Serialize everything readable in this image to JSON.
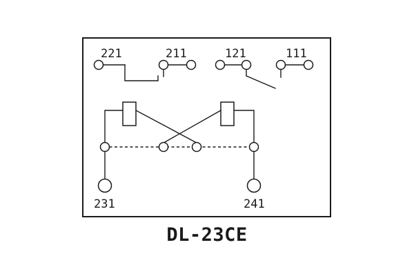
{
  "page": {
    "background_color": "#ffffff",
    "line_color": "#1a1a1a"
  },
  "diagram": {
    "type": "relay-internal-wiring-diagram",
    "model_label": "DL-23CE",
    "top_terminals": {
      "t221": "221",
      "t211": "211",
      "t121": "121",
      "t111": "111"
    },
    "bottom_terminals": {
      "t231": "231",
      "t241": "241"
    }
  }
}
